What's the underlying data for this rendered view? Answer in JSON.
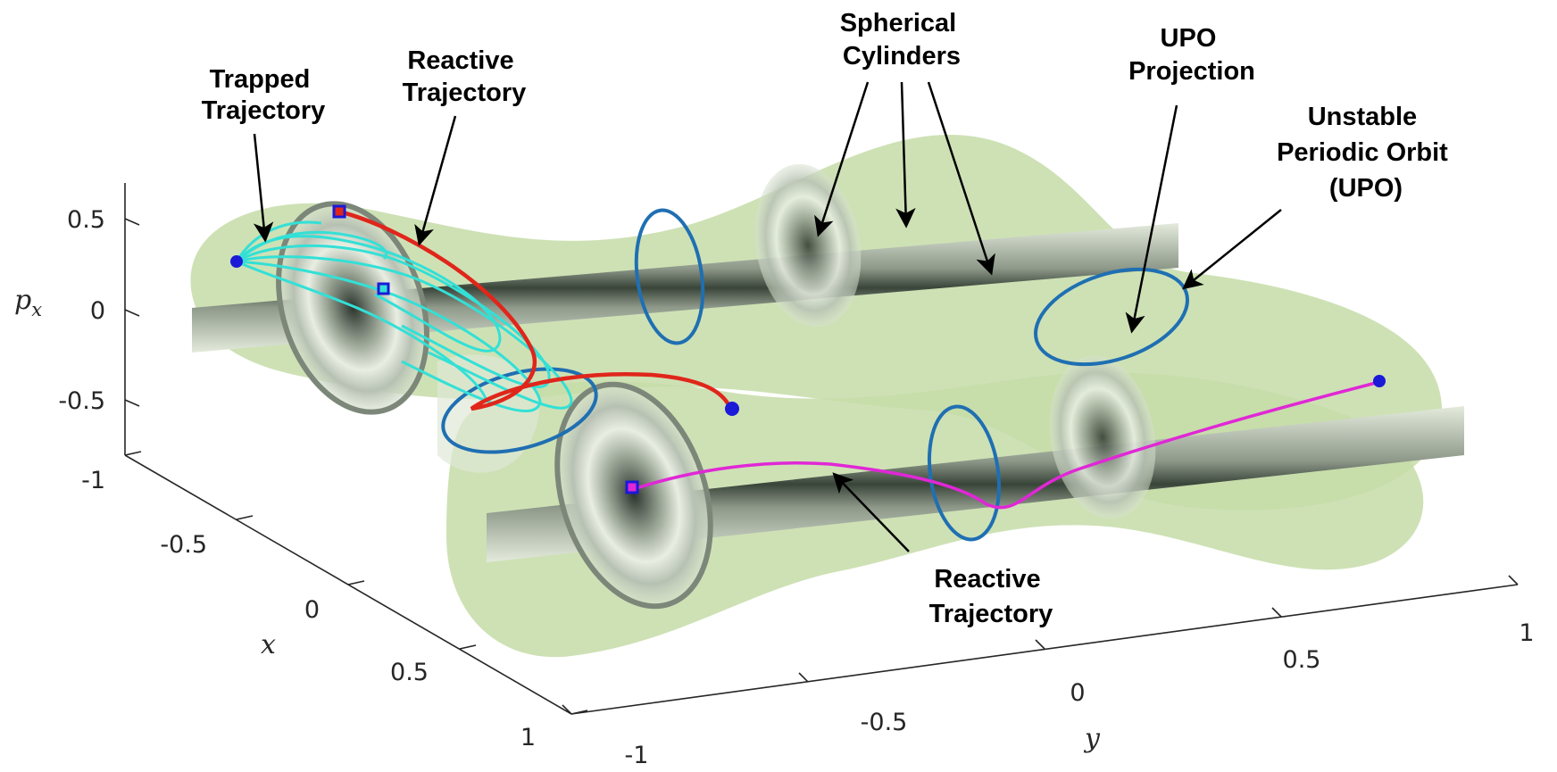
{
  "annotations": {
    "trapped_trajectory": [
      "Trapped",
      "Trajectory"
    ],
    "reactive_trajectory_top": [
      "Reactive",
      "Trajectory"
    ],
    "spherical_cylinders": [
      "Spherical",
      "Cylinders"
    ],
    "upo_projection": [
      "UPO",
      "Projection"
    ],
    "upo": [
      "Unstable",
      "Periodic Orbit",
      "(UPO)"
    ],
    "reactive_trajectory_bottom": [
      "Reactive",
      "Trajectory"
    ]
  },
  "axes": {
    "px_label": "p",
    "px_subscript": "x",
    "x_label": "x",
    "y_label": "y",
    "px_ticks": [
      "0.5",
      "0",
      "-0.5"
    ],
    "x_ticks": [
      "-1",
      "-0.5",
      "0",
      "0.5",
      "1"
    ],
    "y_ticks": [
      "-1",
      "-0.5",
      "0",
      "0.5",
      "1"
    ]
  },
  "colors": {
    "energy_surface": "#c5dca8",
    "tube_dark": "#3f4a3f",
    "tube_light": "#e4ebdd",
    "upo_blue": "#1f6fb2",
    "reactive_red": "#e0261b",
    "trapped_cyan": "#33e0d6",
    "reactive_magenta": "#e027d6",
    "marker_blue": "#1a1ad8"
  }
}
